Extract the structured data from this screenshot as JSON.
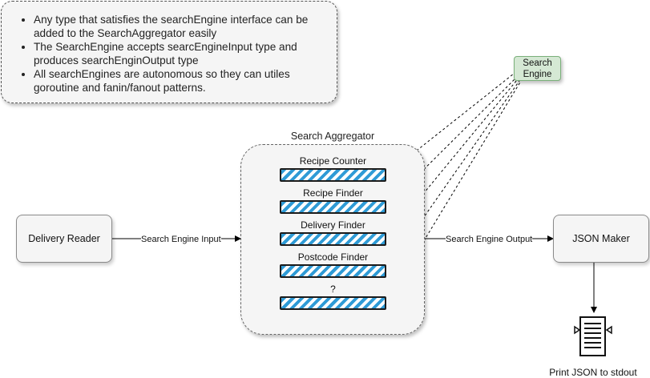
{
  "notes": {
    "items": [
      "Any type that satisfies the searchEngine interface can be added to the SearchAggregator easily",
      "The SearchEngine accepts searcEngineInput type and produces searchEnginOutput type",
      "All searchEngines are autonomous so they can utiles goroutine and fanin/fanout patterns."
    ]
  },
  "aggregator": {
    "title": "Search Aggregator",
    "engines": [
      {
        "label": "Recipe Counter"
      },
      {
        "label": "Recipe Finder"
      },
      {
        "label": "Delivery Finder"
      },
      {
        "label": "Postcode Finder"
      },
      {
        "label": "?"
      }
    ]
  },
  "legend": {
    "line1": "Search",
    "line2": "Engine",
    "fill_color": "#d5e8d4"
  },
  "nodes": {
    "delivery_reader": "Delivery Reader",
    "json_maker": "JSON Maker",
    "stdout_caption": "Print JSON to stdout"
  },
  "edges": {
    "input_label": "Search Engine Input",
    "output_label": "Search Engine Output"
  },
  "colors": {
    "engine_stripe": "#2f9bd6",
    "box_fill": "#f5f5f5"
  }
}
